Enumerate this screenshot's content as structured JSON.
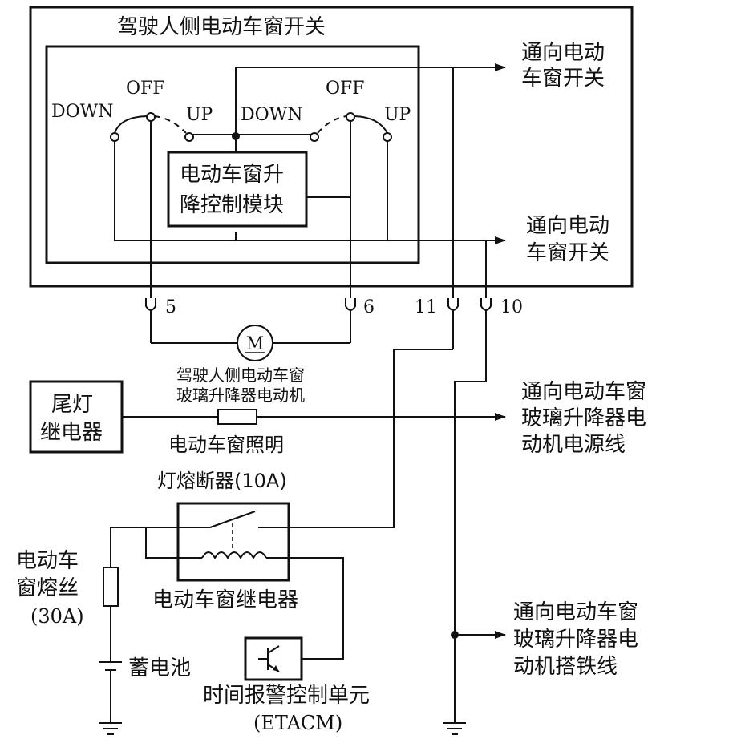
{
  "diagram": {
    "switch_title": "驾驶人侧电动车窗开关",
    "switch_left": {
      "off": "OFF",
      "down": "DOWN",
      "up": "UP"
    },
    "switch_right": {
      "off": "OFF",
      "down": "DOWN",
      "up": "UP"
    },
    "control_module": [
      "电动车窗升",
      "降控制模块"
    ],
    "to_switch_top": [
      "通向电动",
      "车窗开关"
    ],
    "to_switch_mid": [
      "通向电动",
      "车窗开关"
    ],
    "terminals": [
      "5",
      "6",
      "11",
      "10"
    ],
    "motor_symbol": "M",
    "motor_label": [
      "驾驶人侧电动车窗",
      "玻璃升降器电动机"
    ],
    "tail_relay": [
      "尾灯",
      "继电器"
    ],
    "to_motor_power": [
      "通向电动车窗",
      "玻璃升降器电",
      "动机电源线"
    ],
    "lamp_fuse": [
      "电动车窗照明",
      "灯熔断器(10A)"
    ],
    "window_fuse": [
      "电动车",
      "窗熔丝",
      "(30A)"
    ],
    "window_relay": "电动车窗继电器",
    "battery": "蓄电池",
    "etacm": [
      "时间报警控制单元",
      "(ETACM)"
    ],
    "to_motor_ground": [
      "通向电动车窗",
      "玻璃升降器电",
      "动机搭铁线"
    ],
    "colors": {
      "line": "#111111",
      "background": "#ffffff"
    }
  }
}
